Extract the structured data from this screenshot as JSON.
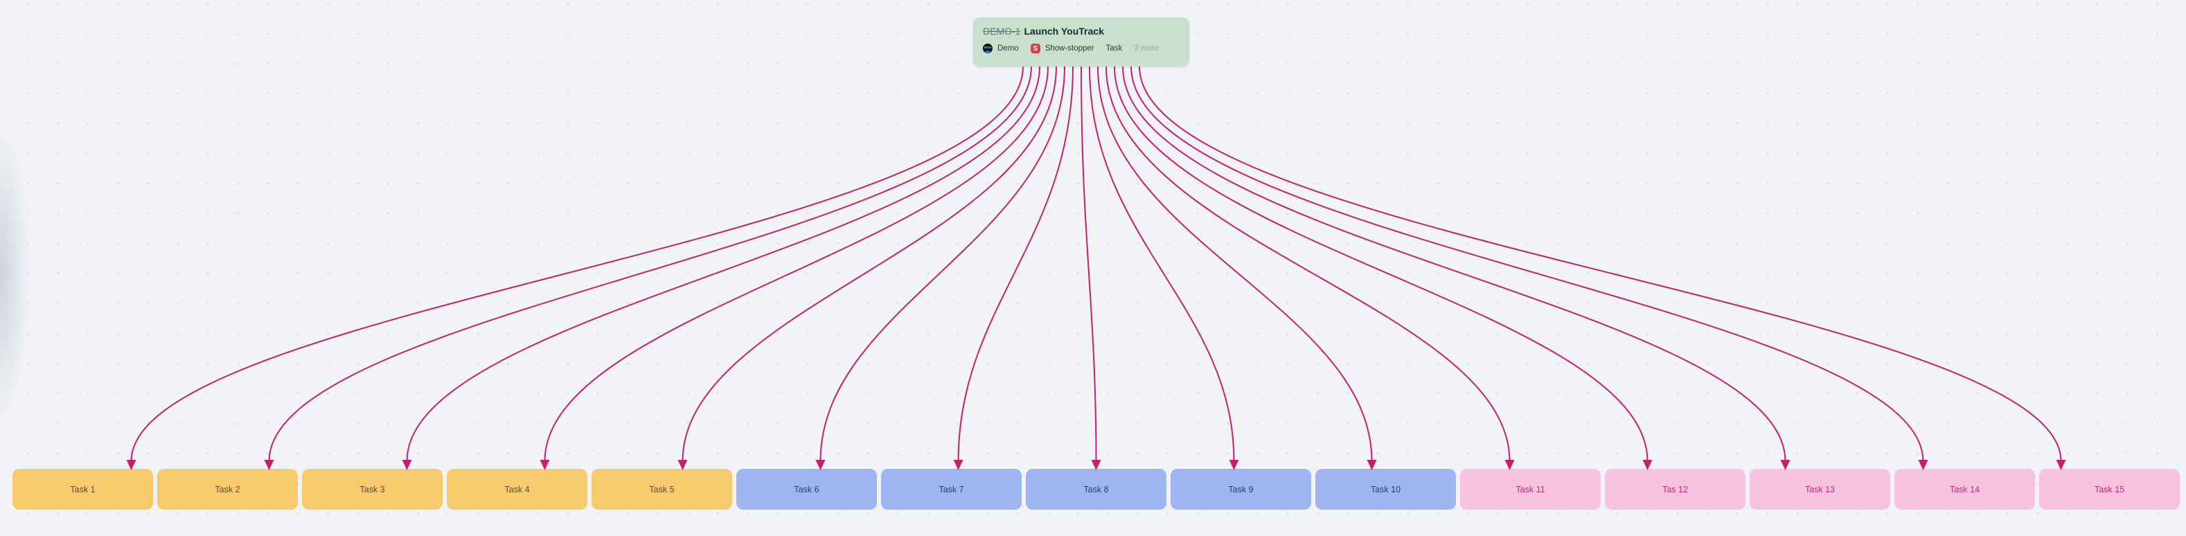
{
  "canvas": {
    "background_color": "#f1f3f6",
    "dot_color": "#d9dbde"
  },
  "hub_node": {
    "issue_id": "DEMO-1",
    "resolved": true,
    "title": "Launch YouTrack",
    "background_color": "#c7e1cc",
    "tags": {
      "project": {
        "avatar_text": "DEM",
        "label": "Demo"
      },
      "priority": {
        "badge_letter": "S",
        "badge_color": "#dc3d4e",
        "label": "Show-stopper"
      },
      "type": {
        "label": "Task"
      },
      "more": {
        "label": "3 more"
      }
    }
  },
  "task_nodes": [
    {
      "label": "Task 1",
      "color_group": "orange"
    },
    {
      "label": "Task 2",
      "color_group": "orange"
    },
    {
      "label": "Task 3",
      "color_group": "orange"
    },
    {
      "label": "Task 4",
      "color_group": "orange"
    },
    {
      "label": "Task 5",
      "color_group": "orange"
    },
    {
      "label": "Task 6",
      "color_group": "blue"
    },
    {
      "label": "Task 7",
      "color_group": "blue"
    },
    {
      "label": "Task 8",
      "color_group": "blue"
    },
    {
      "label": "Task 9",
      "color_group": "blue"
    },
    {
      "label": "Task 10",
      "color_group": "blue"
    },
    {
      "label": "Task 11",
      "color_group": "pink"
    },
    {
      "label": "Tas 12",
      "color_group": "pink"
    },
    {
      "label": "Task 13",
      "color_group": "pink"
    },
    {
      "label": "Task 14",
      "color_group": "pink"
    },
    {
      "label": "Task 15",
      "color_group": "pink"
    }
  ],
  "palette": {
    "orange": {
      "bg": "#f8ca6e",
      "text": "#5d4e2c"
    },
    "blue": {
      "bg": "#9fb5f2",
      "text": "#2e3c64"
    },
    "pink": {
      "bg": "#f8c3e1",
      "text": "#bc2a7a"
    }
  },
  "edges": {
    "from": "DEMO-1",
    "to_every_task": true,
    "color": "#c51f70"
  }
}
